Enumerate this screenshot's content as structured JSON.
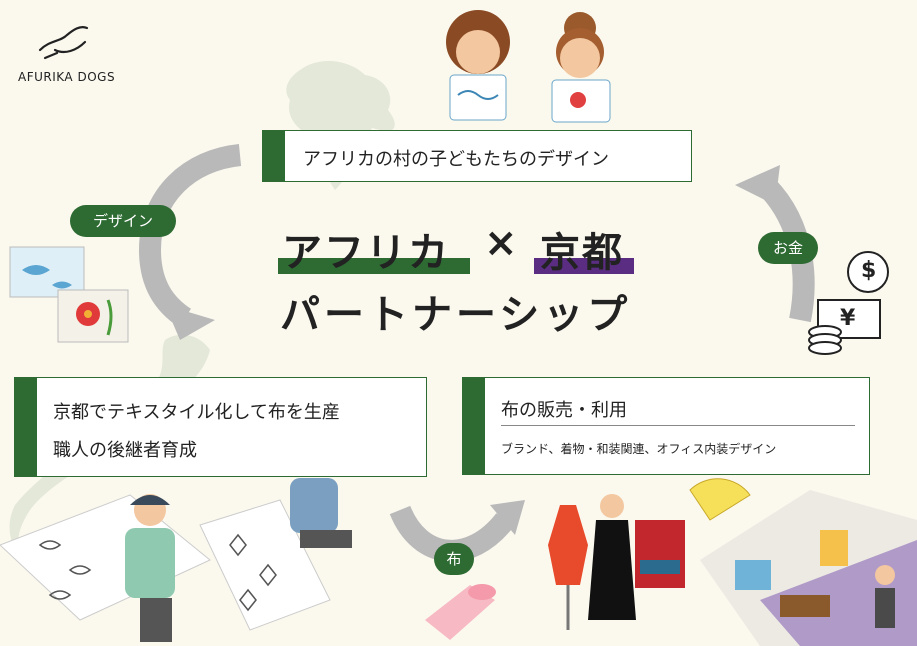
{
  "logo": {
    "text": "AFURIKA DOGS"
  },
  "top_box": {
    "label": "アフリカの村の子どもたちのデザイン"
  },
  "title": {
    "part_africa": "アフリカ",
    "times": "×",
    "part_kyoto": "京都",
    "line2": "パートナーシップ"
  },
  "left_box": {
    "line1": "京都でテキスタイル化して布を生産",
    "line2": "職人の後継者育成"
  },
  "right_box": {
    "line1": "布の販売・利用",
    "line2": "ブランド、着物・和装関連、オフィス内装デザイン"
  },
  "pills": {
    "design": "デザイン",
    "money": "お金",
    "cloth": "布"
  },
  "icons": {
    "dollar": "$",
    "yen": "¥"
  },
  "colors": {
    "green": "#2e6b33",
    "purple": "#5a2d82",
    "arrow": "#b9b9b9"
  }
}
